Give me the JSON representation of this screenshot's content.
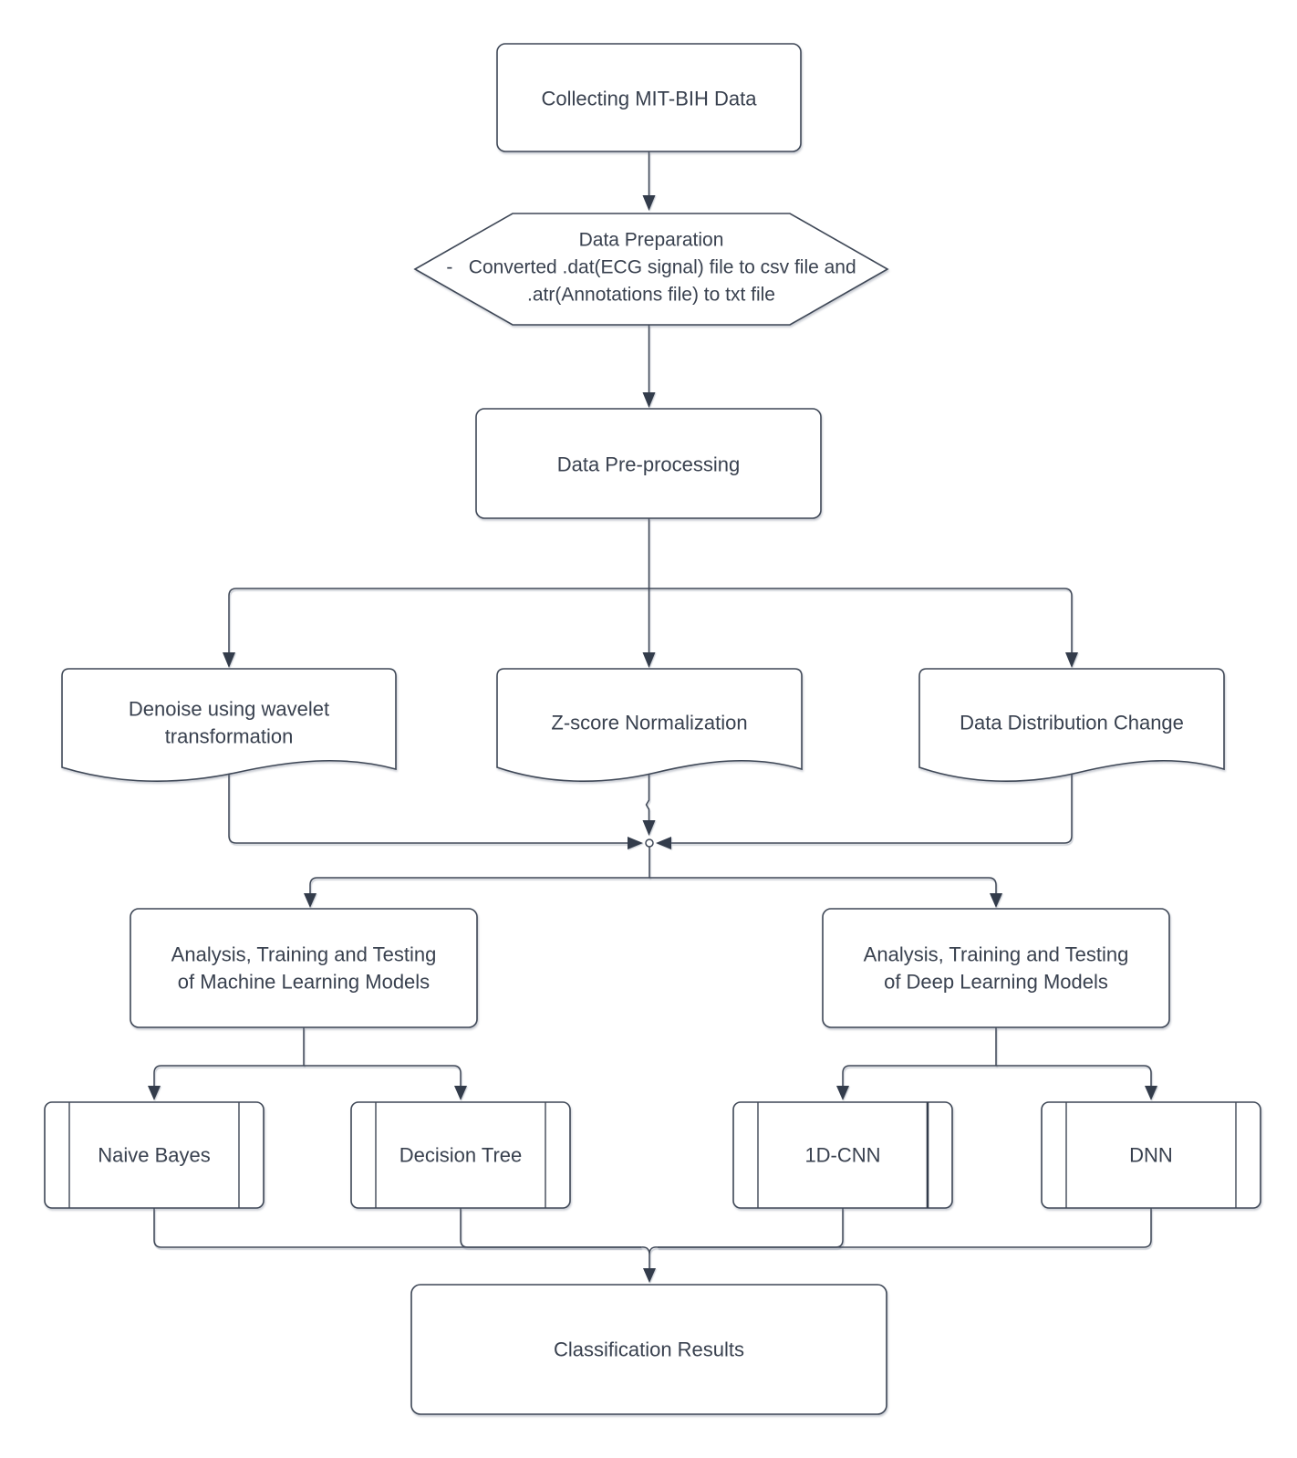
{
  "diagram": {
    "nodes": {
      "collect": {
        "label": "Collecting MIT-BIH Data"
      },
      "preparation": {
        "line1": "Data Preparation",
        "line2": "-   Converted .dat(ECG signal) file to csv file and",
        "line3": ".atr(Annotations file) to txt file"
      },
      "preprocessing": {
        "label": "Data Pre-processing"
      },
      "denoise": {
        "line1": "Denoise using wavelet",
        "line2": "transformation"
      },
      "zscore": {
        "label": "Z-score Normalization"
      },
      "distribution": {
        "label": "Data Distribution Change"
      },
      "ml": {
        "line1": "Analysis, Training and Testing",
        "line2": "of Machine Learning Models"
      },
      "dl": {
        "line1": "Analysis, Training and Testing",
        "line2": "of Deep Learning Models"
      },
      "naive_bayes": {
        "label": "Naive Bayes"
      },
      "decision_tree": {
        "label": "Decision Tree"
      },
      "cnn": {
        "label": "1D-CNN"
      },
      "dnn": {
        "label": "DNN"
      },
      "results": {
        "label": "Classification Results"
      }
    },
    "colors": {
      "background": "#ffffff",
      "shape_fill": "#ffffff",
      "stroke": "#3e4756",
      "text": "#39414f",
      "arrowhead": "#333c4b"
    }
  }
}
